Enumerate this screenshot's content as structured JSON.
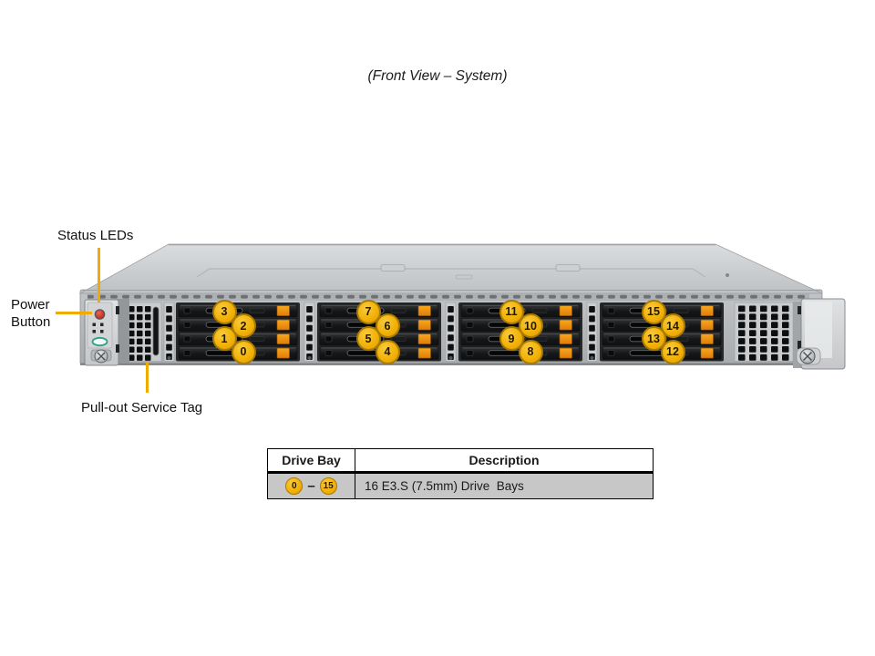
{
  "title": "(Front View – System)",
  "labels": {
    "status_leds": "Status LEDs",
    "power_button": "Power\nButton",
    "service_tag": "Pull-out Service Tag"
  },
  "drive_bay_groups": [
    [
      3,
      2,
      1,
      0
    ],
    [
      7,
      6,
      5,
      4
    ],
    [
      11,
      10,
      9,
      8
    ],
    [
      15,
      14,
      13,
      12
    ]
  ],
  "table": {
    "headers": [
      "Drive Bay",
      "Description"
    ],
    "row": {
      "bay_start": "0",
      "separator": "–",
      "bay_end": "15",
      "description": "16 E3.S (7.5mm) Drive  Bays"
    }
  },
  "colors": {
    "callout_fill": "#F2B208",
    "callout_border": "#A97B00",
    "leader_line": "#F2A900",
    "latch_orange": "#F08A12",
    "power_led_red": "#CC2418",
    "logo_green": "#2BA183",
    "table_row_bg": "#C7C7C7"
  }
}
